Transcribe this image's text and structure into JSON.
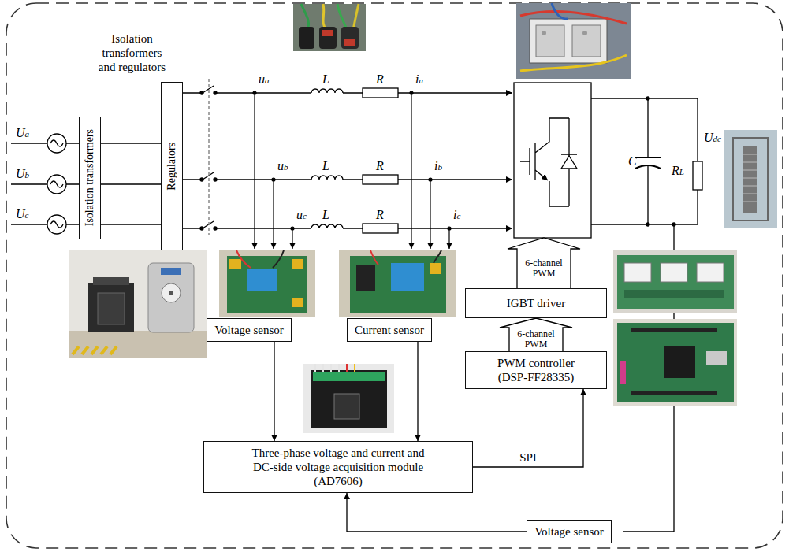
{
  "diagram": {
    "nodes": [
      {
        "text": [
          "Isolation transformers"
        ]
      },
      {
        "text": [
          "Regulators"
        ]
      },
      {
        "text": [
          "Voltage sensor"
        ]
      },
      {
        "text": [
          "Current sensor"
        ]
      },
      {
        "text": [
          "IGBT driver"
        ]
      },
      {
        "text": [
          "PWM controller (DSP-FF28335)"
        ]
      },
      {
        "text": [
          "Three-phase voltage and current and DC-side voltage acquisition module (AD7606)"
        ]
      },
      {
        "text": [
          "Voltage sensor"
        ]
      }
    ],
    "edges": [
      {
        "from": 0,
        "to": 1,
        "arrow": "none"
      },
      {
        "from": 0,
        "to": 1,
        "arrow": "none"
      },
      {
        "from": 0,
        "to": 1,
        "arrow": "none"
      },
      {
        "from": 2,
        "to": 6,
        "arrow": "to"
      },
      {
        "from": 3,
        "to": 6,
        "arrow": "to"
      },
      {
        "from": 6,
        "to": 5,
        "arrow": "to",
        "label": "SPI"
      },
      {
        "from": 5,
        "to": 4,
        "arrow": "to",
        "label": "6-channel PWM"
      },
      {
        "from": 7,
        "to": 6,
        "arrow": "to"
      }
    ],
    "labels": [
      "Isolation transformers and regulators",
      "Ua",
      "Ub",
      "Uc",
      "ua",
      "L",
      "R",
      "ia",
      "ub",
      "L",
      "R",
      "ib",
      "uc",
      "L",
      "R",
      "ic",
      "6-channel PWM",
      "Udc",
      "C",
      "RL"
    ]
  }
}
